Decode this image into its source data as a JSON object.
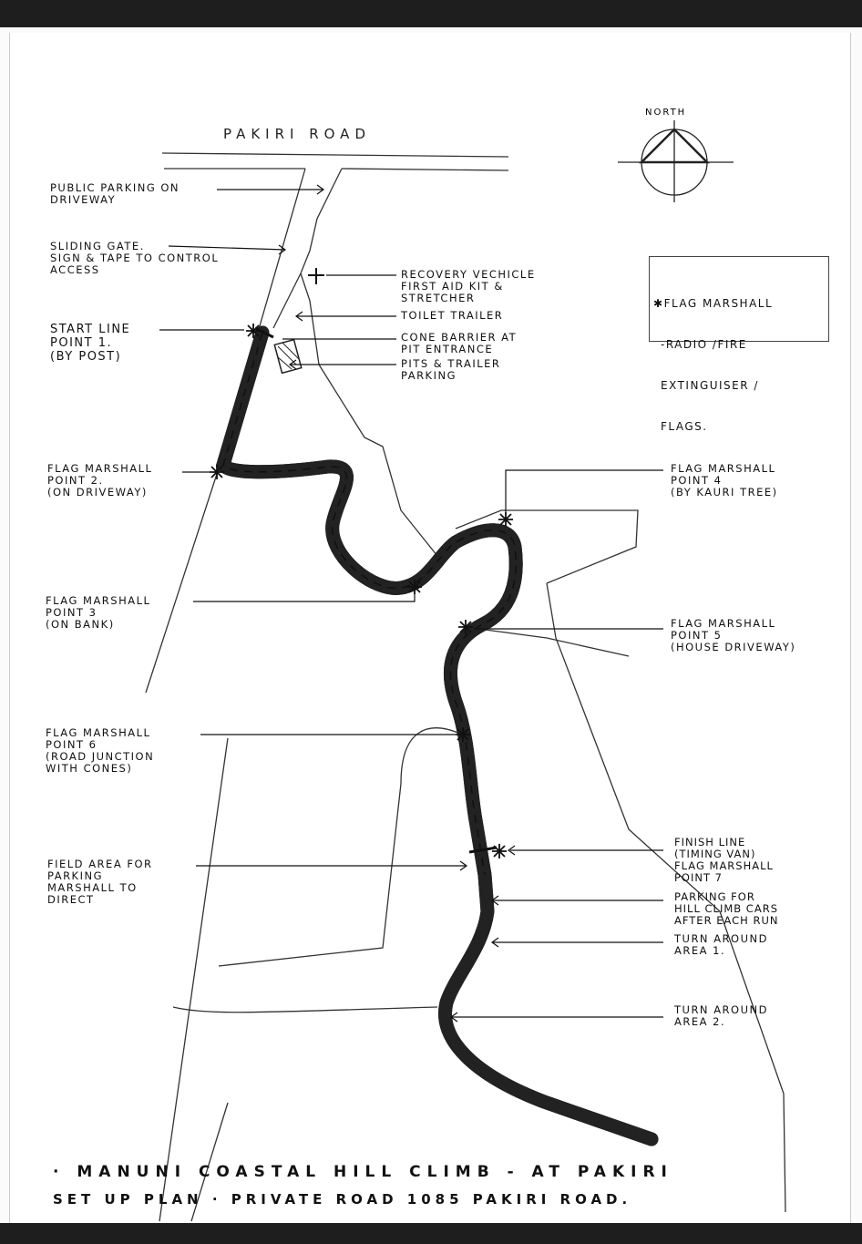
{
  "road_name": "PAKIRI ROAD",
  "compass": {
    "label": "NORTH"
  },
  "legend": {
    "symbol": "✱",
    "lines": [
      "FLAG MARSHALL",
      "-RADIO /FIRE",
      "EXTINGUISER /",
      "FLAGS."
    ]
  },
  "left_labels": [
    {
      "lines": [
        "PUBLIC PARKING ON",
        "DRIVEWAY"
      ]
    },
    {
      "lines": [
        "SLIDING GATE.",
        "SIGN & TAPE TO CONTROL",
        "ACCESS"
      ]
    },
    {
      "lines": [
        "START LINE",
        "POINT 1.",
        "(BY POST)"
      ]
    },
    {
      "lines": [
        "FLAG MARSHALL",
        "POINT 2.",
        "(ON DRIVEWAY)"
      ]
    },
    {
      "lines": [
        "FLAG MARSHALL",
        "POINT 3",
        "(ON BANK)"
      ]
    },
    {
      "lines": [
        "FLAG MARSHALL",
        "POINT 6",
        "(ROAD JUNCTION",
        "WITH CONES)"
      ]
    },
    {
      "lines": [
        "FIELD AREA FOR",
        "PARKING",
        "MARSHALL TO",
        "DIRECT"
      ]
    }
  ],
  "right_labels": [
    {
      "lines": [
        "RECOVERY VECHICLE",
        "FIRST AID KIT &",
        "STRETCHER"
      ]
    },
    {
      "lines": [
        "TOILET TRAILER"
      ]
    },
    {
      "lines": [
        "CONE BARRIER AT",
        "PIT ENTRANCE"
      ]
    },
    {
      "lines": [
        "PITS & TRAILER",
        "PARKING"
      ]
    },
    {
      "lines": [
        "FLAG MARSHALL",
        "POINT 4",
        "(BY KAURI TREE)"
      ]
    },
    {
      "lines": [
        "FLAG MARSHALL",
        "POINT 5",
        "(HOUSE DRIVEWAY)"
      ]
    },
    {
      "lines": [
        "FINISH LINE",
        "(TIMING VAN)",
        "FLAG MARSHALL",
        "POINT 7"
      ]
    },
    {
      "lines": [
        "PARKING FOR",
        "HILL CLIMB CARS",
        "AFTER EACH RUN"
      ]
    },
    {
      "lines": [
        "TURN AROUND",
        "AREA 1."
      ]
    },
    {
      "lines": [
        "TURN AROUND",
        "AREA 2."
      ]
    }
  ],
  "title": {
    "line1": "· MANUNI COASTAL HILL CLIMB - AT PAKIRI",
    "line2": "SET UP PLAN · PRIVATE ROAD 1085 PAKIRI ROAD."
  }
}
